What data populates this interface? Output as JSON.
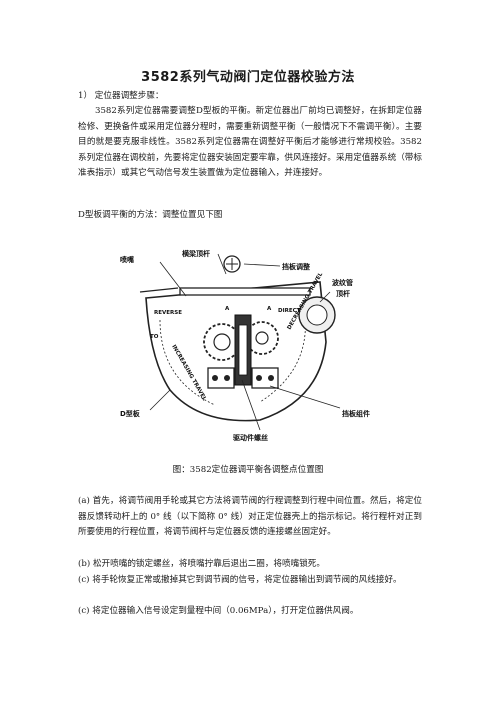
{
  "title": "3582系列气动阀门定位器校验方法",
  "section1": "1） 定位器调整步骤：",
  "para1": "3582系列定位器需要调整D型板的平衡。新定位器出厂前均已调整好，在拆卸定位器检修、更换备件或采用定位器分程时，需要重新调整平衡（一般情况下不需调平衡）。主要目的就是要克服非线性。3582系列定位器需在调整好平衡后才能够进行常规校验。3582 系列定位器在调校前，先要将定位器安装固定要牢靠，供风连接好。采用定值器系统（带标准表指示）或其它气动信号发生装置做为定位器输入，并连接好。",
  "para2": "D型板调平衡的方法：调整位置见下图",
  "figure": {
    "labels": {
      "beam_rod": "横梁顶杆",
      "nozzle": "喷嘴",
      "flapper_adjust": "挡板调整",
      "bellows_rod_1": "波纹管",
      "bellows_rod_2": "顶杆",
      "flapper_assembly": "挡板组件",
      "d_plate": "D型板",
      "actuator_screw": "驱动件螺丝"
    },
    "dial_text": {
      "reverse": "REVERSE",
      "direct": "DIRECT",
      "left_arc": "INCREASING TRAVEL",
      "right_arc": "DECREASING TRAVEL",
      "a_mark": "A",
      "to": "TO"
    }
  },
  "caption": "图：3582定位器调平衡各调整点位置图",
  "steps": [
    "(a) 首先，将调节阀用手轮或其它方法将调节阀的行程调整到行程中间位置。然后，将定位器反馈转动杆上的 0° 线（以下简称 0° 线）对正定位器壳上的指示标记。将行程杆对正到所要使用的行程位置，将调节阀杆与定位器反馈的连接螺丝固定好。",
    "(b) 松开喷嘴的锁定螺丝，将喷嘴拧靠后退出二圈，将喷嘴锁死。",
    "(c) 将手轮恢复正常或撤掉其它到调节阀的信号，将定位器输出到调节阀的风线接好。",
    "(c) 将定位器输入信号设定到量程中间（0.06MPa），打开定位器供风阀。"
  ]
}
